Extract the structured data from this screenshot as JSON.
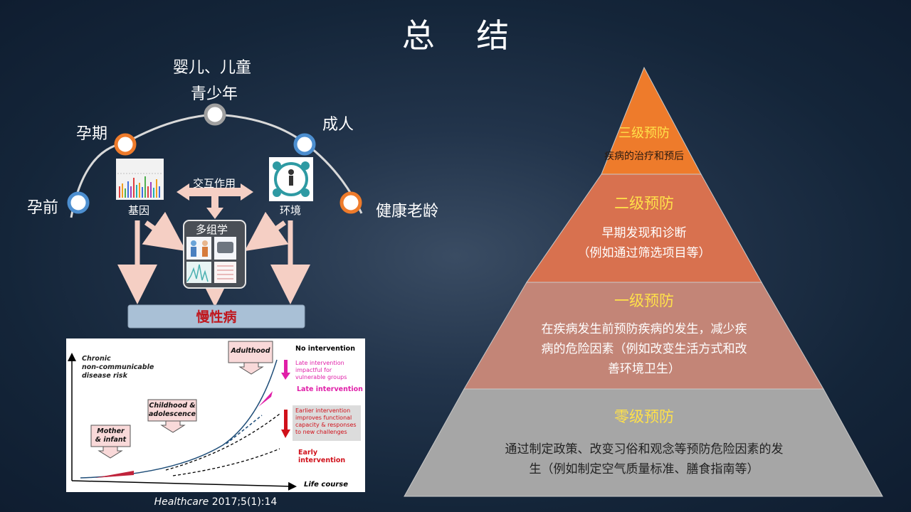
{
  "title": "总 结",
  "lifecycle": {
    "stages": {
      "preconception": "孕前",
      "pregnancy": "孕期",
      "infant_child": "婴儿、儿童",
      "adolescent": "青少年",
      "adult": "成人",
      "healthy_aging": "健康老龄"
    },
    "gene_label": "基因",
    "environment_label": "环境",
    "interaction_label": "交互作用",
    "omics_label": "多组学",
    "chronic_disease_label": "慢性病"
  },
  "risk_chart": {
    "ylabel": "Chronic\nnon-communicable\ndisease risk",
    "xlabel": "Life course",
    "boxes": {
      "mother": "Mother\n& infant",
      "childhood": "Childhood &\nadolescence",
      "adulthood": "Adulthood"
    },
    "legend": {
      "no_intervention": "No intervention",
      "late_note": "Late intervention\nimpactful for\nvulnerable groups",
      "late": "Late intervention",
      "early_note": "Earlier intervention\nimproves functional\ncapacity & responses\nto new challenges",
      "early": "Early intervention"
    },
    "colors": {
      "late": "#e01fa8",
      "early": "#d0101a"
    }
  },
  "citation": {
    "journal": "Healthcare",
    "rest": " 2017;5(1):14"
  },
  "pyramid": {
    "tertiary": {
      "level": "三级预防",
      "desc": "疾病的治疗和预后",
      "color": "#ee7b2b"
    },
    "secondary": {
      "level": "二级预防",
      "desc_1": "早期发现和诊断",
      "desc_2": "（例如通过筛选项目等）",
      "color": "#d8714f"
    },
    "primary": {
      "level": "一级预防",
      "desc_1": "在疾病发生前预防疾病的发生，减少疾",
      "desc_2": "病的危险因素（例如改变生活方式和改",
      "desc_3": "善环境卫生）",
      "color": "#c38577"
    },
    "primordial": {
      "level": "零级预防",
      "desc_1": "通过制定政策、改变习俗和观念等预防危险因素的发",
      "desc_2": "生（例如制定空气质量标准、膳食指南等）",
      "color": "#a6a6a6"
    }
  }
}
